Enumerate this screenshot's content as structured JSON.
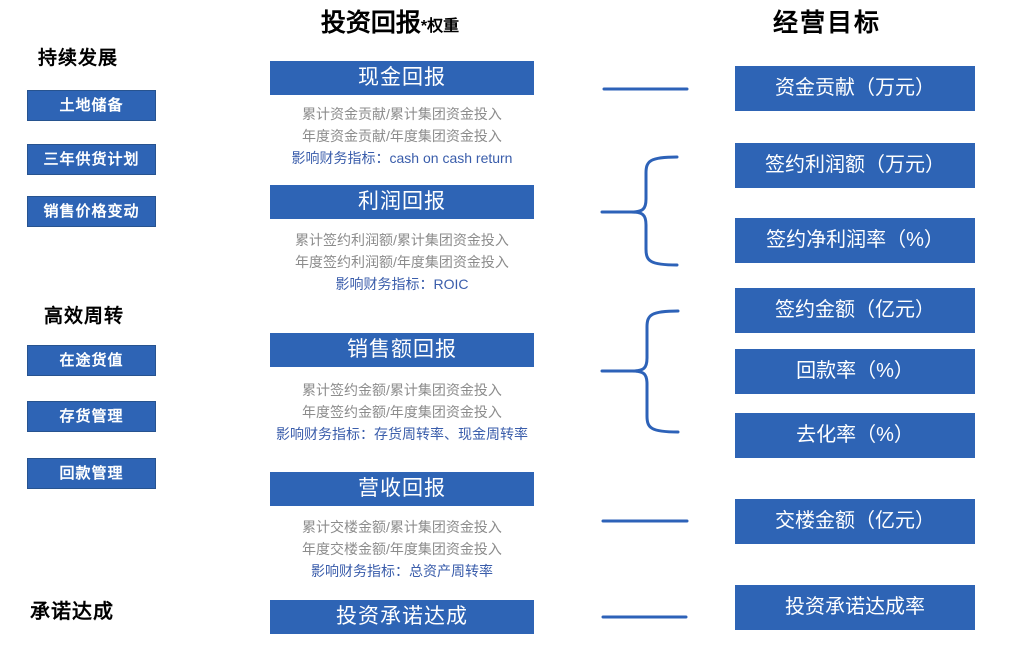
{
  "colors": {
    "box_blue": "#2E64B5",
    "connector_blue": "#2D62B8",
    "description_gray": "#8C8C8C",
    "indicator_blue": "#3A5DAB",
    "heading_black": "#000000",
    "box_text_white": "#FFFFFF"
  },
  "left_panel": {
    "groups": [
      {
        "heading": "持续发展",
        "items": [
          "土地储备",
          "三年供货计划",
          "销售价格变动"
        ]
      },
      {
        "heading": "高效周转",
        "items": [
          "在途货值",
          "存货管理",
          "回款管理"
        ]
      },
      {
        "heading": "承诺达成",
        "items": []
      }
    ]
  },
  "middle_panel": {
    "title": "投资回报",
    "title_suffix": "*权重",
    "blocks": [
      {
        "box": "现金回报",
        "line1": "累计资金贡献/累计集团资金投入",
        "line2": "年度资金贡献/年度集团资金投入",
        "indicator": "影响财务指标：cash on cash return"
      },
      {
        "box": "利润回报",
        "line1": "累计签约利润额/累计集团资金投入",
        "line2": "年度签约利润额/年度集团资金投入",
        "indicator": "影响财务指标：ROIC"
      },
      {
        "box": "销售额回报",
        "line1": "累计签约金额/累计集团资金投入",
        "line2": "年度签约金额/年度集团资金投入",
        "indicator": "影响财务指标：存货周转率、现金周转率"
      },
      {
        "box": "营收回报",
        "line1": "累计交楼金额/累计集团资金投入",
        "line2": "年度交楼金额/年度集团资金投入",
        "indicator": "影响财务指标：总资产周转率"
      },
      {
        "box": "投资承诺达成"
      }
    ]
  },
  "right_panel": {
    "title": "经营目标",
    "items": [
      "资金贡献（万元）",
      "签约利润额（万元）",
      "签约净利润率（%）",
      "签约金额（亿元）",
      "回款率（%）",
      "去化率（%）",
      "交楼金额（亿元）",
      "投资承诺达成率"
    ]
  }
}
